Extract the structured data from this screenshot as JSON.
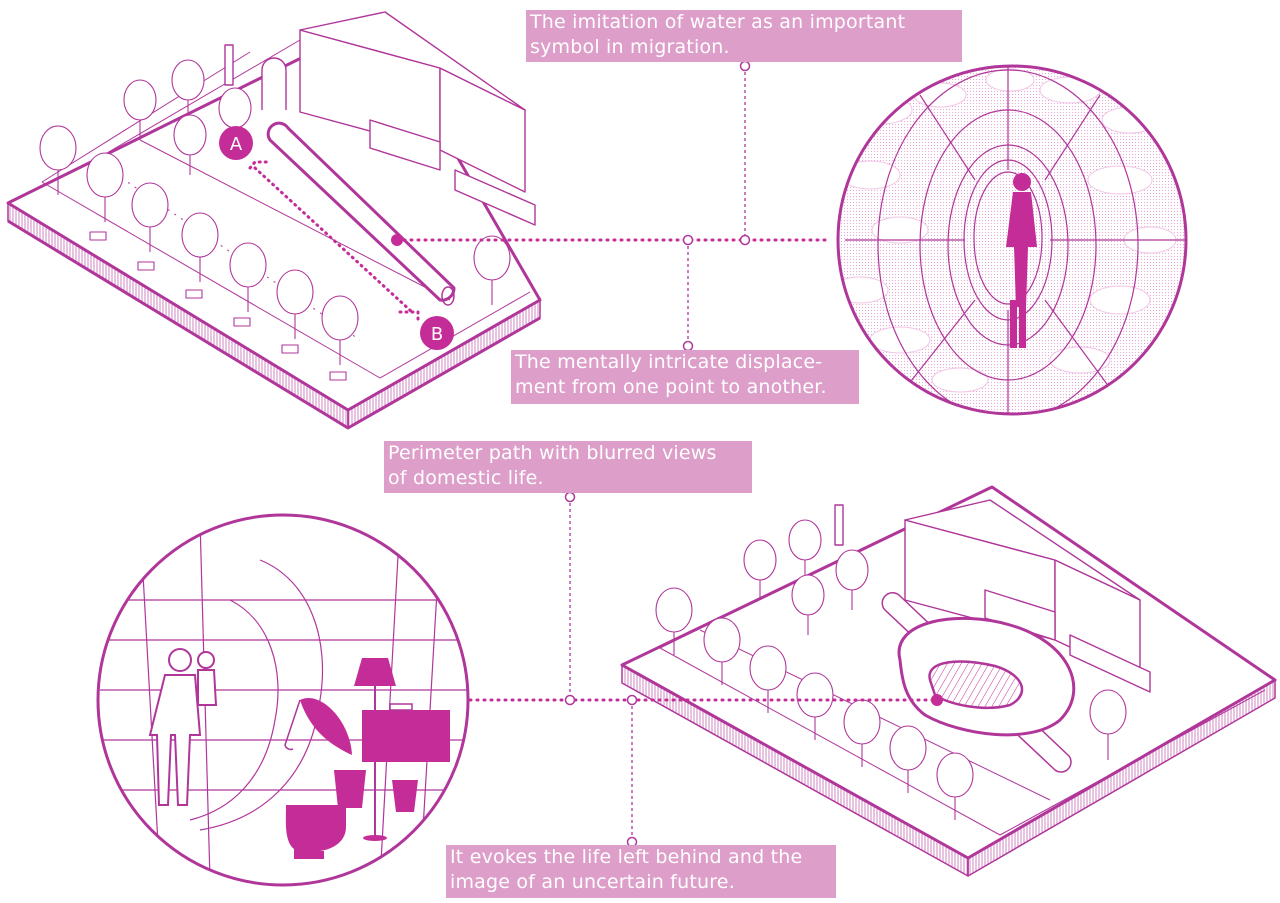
{
  "colors": {
    "line": "#b0369a",
    "accent": "#c42d98",
    "label_bg": "#dd9ec9",
    "label_text": "#ffffff",
    "pattern": "#f2c5e6"
  },
  "markers": {
    "a": "A",
    "b": "B"
  },
  "labels": {
    "water": [
      "The imitation of water as an important",
      "symbol in migration."
    ],
    "displacement": [
      "The mentally intricate displace-",
      "ment from one point to another."
    ],
    "perimeter": [
      "Perimeter path with blurred views",
      "of domestic life."
    ],
    "evokes": [
      "It evokes the life left behind and the",
      "image of an uncertain future."
    ]
  }
}
